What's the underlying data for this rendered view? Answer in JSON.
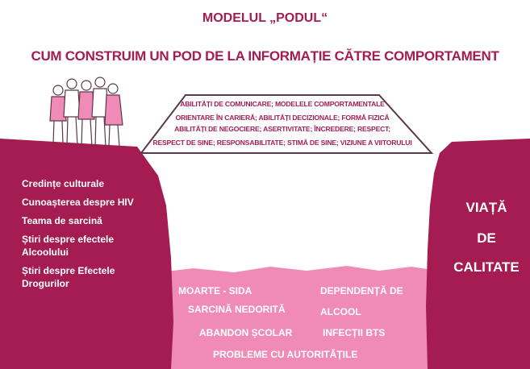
{
  "header": {
    "title": "MODELUL „PODUL“",
    "subtitle": "CUM CONSTRUIM UN POD DE LA INFORMAȚIE CĂTRE COMPORTAMENT"
  },
  "bridge": {
    "lines": [
      "ABILITĂȚI DE COMUNICARE; MODELELE COMPORTAMENTALE",
      "ORIENTARE ÎN CARIERĂ; ABILITĂȚI DECIZIONALE; FORMĂ FIZICĂ",
      "ABILITĂȚI DE NEGOCIERE; ASERTIVITATE; ÎNCREDERE; RESPECT;",
      "RESPECT DE SINE; RESPONSABILITATE; STIMĂ DE SINE; VIZIUNE A VIITORULUI"
    ]
  },
  "left_cliff": {
    "items": [
      "Credințe culturale",
      "Cunoașterea despre HIV",
      "Teama de sarcină",
      "Știri despre efectele",
      "Alcoolului",
      "Știri despre Efectele",
      "Drogurilor"
    ]
  },
  "right_cliff": {
    "lines": [
      "VIAȚĂ",
      "DE",
      "CALITATE"
    ]
  },
  "pit": {
    "items": [
      "MOARTE - SIDA",
      "SARCINĂ NEDORITĂ",
      "ABANDON ȘCOLAR",
      "DEPENDENȚĂ DE",
      "ALCOOL",
      "INFECȚII BTS",
      "PROBLEME CU AUTORITĂȚILE"
    ]
  },
  "colors": {
    "cliff": "#a41c52",
    "pit": "#f08bb8",
    "outline": "#5a3a4a",
    "text": "#a41c52"
  },
  "icons": [
    "group-of-people-icon"
  ]
}
